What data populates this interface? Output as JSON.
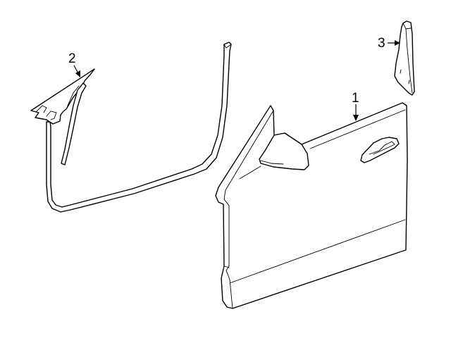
{
  "diagram": {
    "type": "exploded-parts-diagram",
    "subject": "Front door and related seals/moldings",
    "line_color": "#000000",
    "background_color": "#ffffff",
    "callouts": [
      {
        "number": "1",
        "part": "door-shell"
      },
      {
        "number": "2",
        "part": "mirror-mount-trim-and-weatherstrip"
      },
      {
        "number": "3",
        "part": "door-frame-cover"
      }
    ]
  }
}
